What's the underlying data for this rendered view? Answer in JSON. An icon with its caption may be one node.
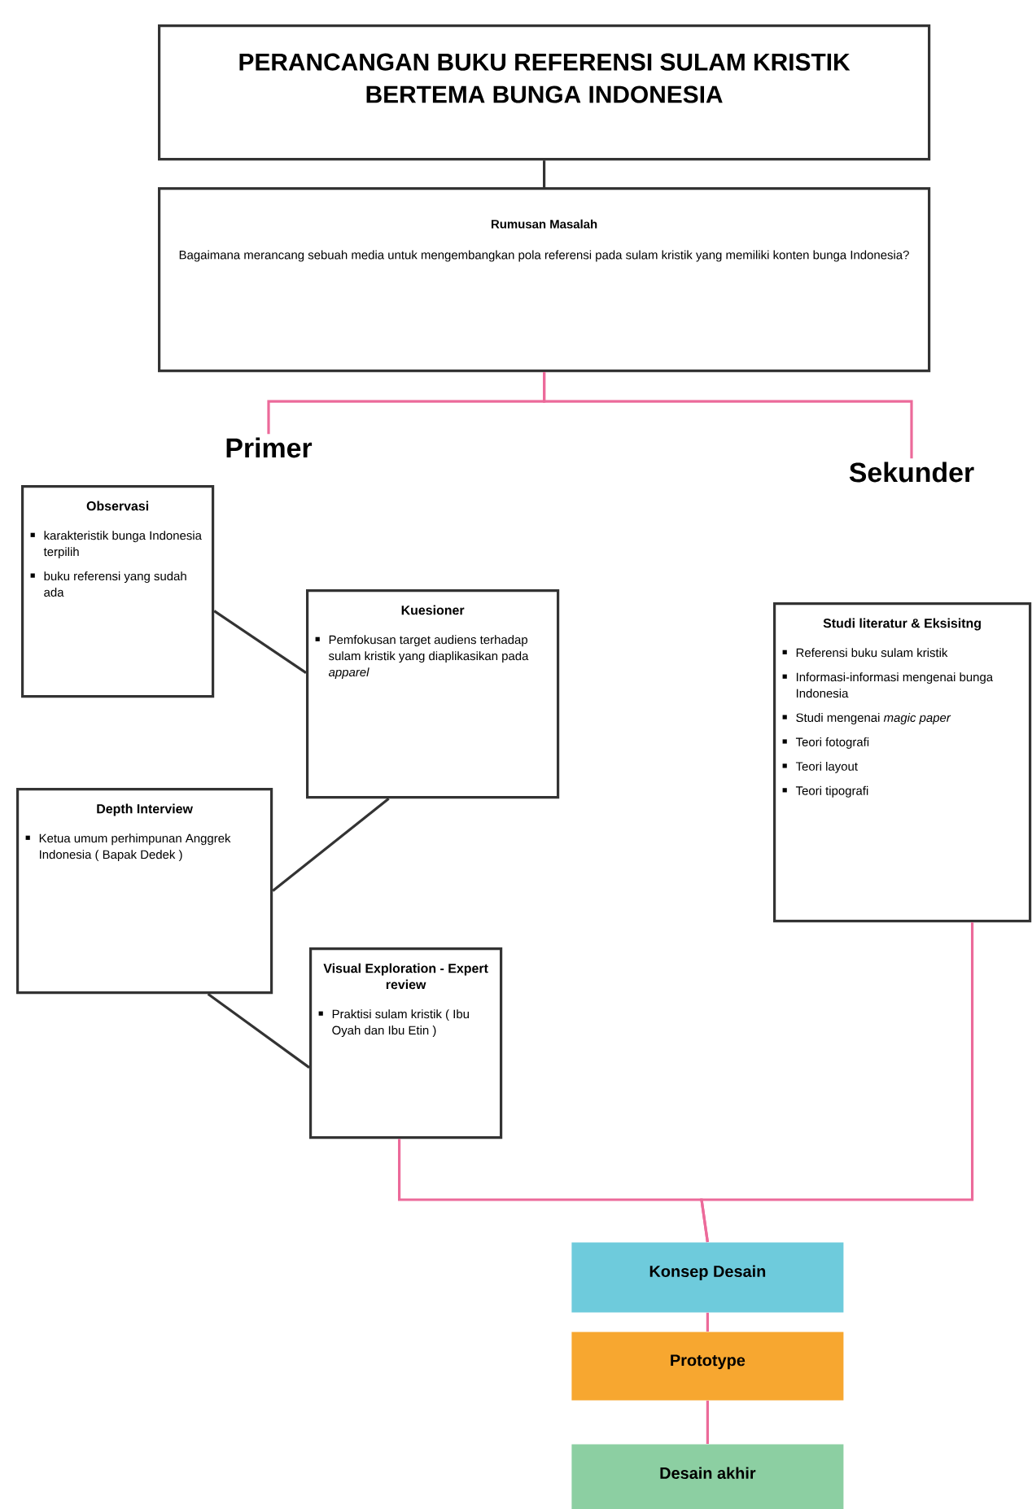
{
  "diagram": {
    "nodes": [
      {
        "text": [
          "PERANCANGAN BUKU REFERENSI SULAM KRISTIK BERTEMA BUNGA INDONESIA"
        ]
      },
      {
        "text": [
          "Rumusan Masalah",
          "Bagaimana merancang sebuah media untuk mengembangkan pola referensi pada sulam kristik yang memiliki konten bunga Indonesia?"
        ]
      },
      {
        "text": [
          "Primer"
        ]
      },
      {
        "text": [
          "Sekunder"
        ]
      },
      {
        "text": [
          "Observasi",
          "karakteristik bunga Indonesia terpilih",
          "buku referensi yang sudah ada"
        ]
      },
      {
        "text": [
          "Kuesioner",
          "Pemfokusan target audiens terhadap sulam kristik yang diaplikasikan pada *apparel*"
        ]
      },
      {
        "text": [
          "Depth Interview",
          "Ketua umum perhimpunan Anggrek Indonesia ( Bapak Dedek )"
        ]
      },
      {
        "text": [
          "Visual Exploration - Expert review",
          "Praktisi sulam kristik ( Ibu Oyah dan Ibu Etin )"
        ]
      },
      {
        "text": [
          "Studi literatur & Eksisitng",
          "Referensi buku sulam kristik",
          "Informasi-informasi mengenai bunga Indonesia",
          "Studi mengenai *magic paper*",
          "Teori fotografi",
          "Teori layout",
          "Teori tipografi"
        ]
      },
      {
        "text": [
          "Konsep Desain"
        ]
      },
      {
        "text": [
          "Prototype"
        ]
      },
      {
        "text": [
          "Desain akhir"
        ]
      }
    ],
    "edges": [
      {
        "from": 0,
        "to": 1,
        "arrow": "none",
        "color": "#333333"
      },
      {
        "from": 1,
        "to": 2,
        "arrow": "none"
      },
      {
        "from": 1,
        "to": 3,
        "arrow": "none"
      },
      {
        "from": 4,
        "to": 5,
        "arrow": "none",
        "color": "#333333"
      },
      {
        "from": 5,
        "to": 6,
        "arrow": "none",
        "color": "#333333"
      },
      {
        "from": 6,
        "to": 7,
        "arrow": "none",
        "color": "#333333"
      },
      {
        "from": 7,
        "to": 9,
        "arrow": "none"
      },
      {
        "from": 8,
        "to": 9,
        "arrow": "none"
      },
      {
        "from": 9,
        "to": 10,
        "arrow": "none"
      },
      {
        "from": 10,
        "to": 11,
        "arrow": "none"
      }
    ]
  }
}
